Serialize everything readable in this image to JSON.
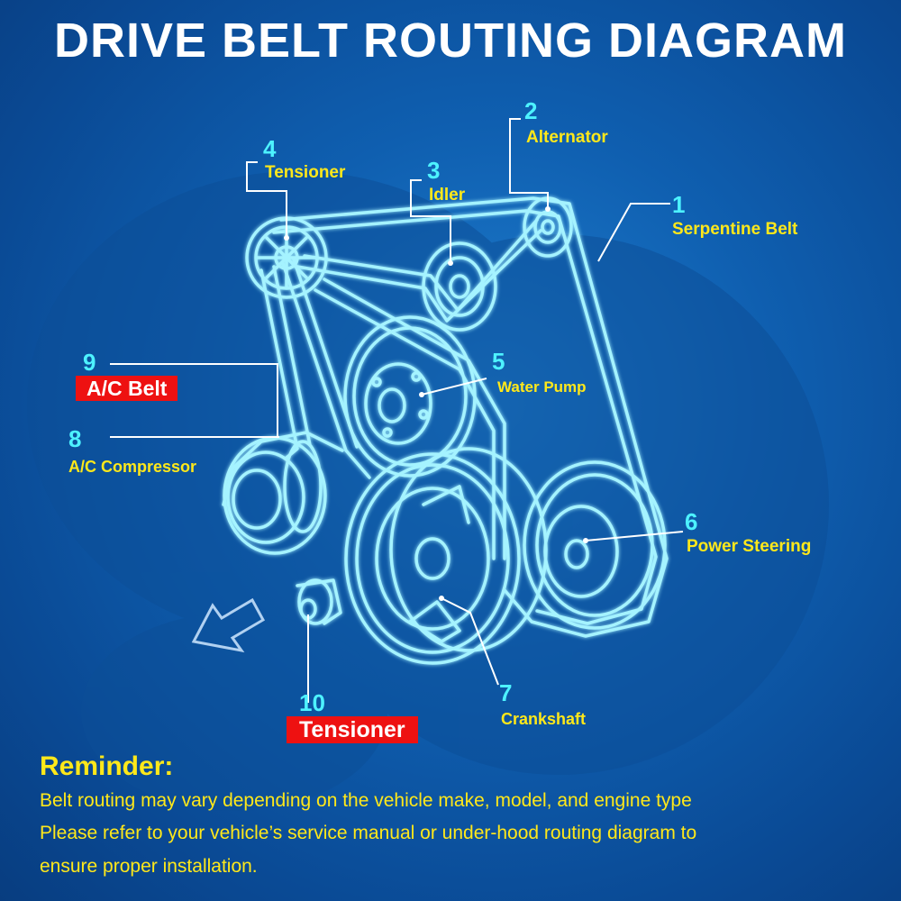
{
  "title": "DRIVE BELT ROUTING DIAGRAM",
  "components": [
    {
      "number": "1",
      "label": "Serpentine Belt"
    },
    {
      "number": "2",
      "label": "Alternator"
    },
    {
      "number": "3",
      "label": "Idler"
    },
    {
      "number": "4",
      "label": "Tensioner"
    },
    {
      "number": "5",
      "label": "Water Pump"
    },
    {
      "number": "6",
      "label": "Power Steering"
    },
    {
      "number": "7",
      "label": "Crankshaft"
    },
    {
      "number": "8",
      "label": "A/C Compressor"
    },
    {
      "number": "9",
      "label": "A/C Belt"
    },
    {
      "number": "10",
      "label": "Tensioner"
    }
  ],
  "reminder": {
    "heading": "Reminder:",
    "lines": [
      "Belt routing may vary depending on the vehicle make, model, and engine type",
      "Please refer to your vehicle’s service manual or under-hood routing diagram to",
      "ensure proper installation."
    ]
  },
  "colors": {
    "number": "#4df2ff",
    "label": "#ffe81a",
    "highlight_box": "#ee1111",
    "line_art": "#9ff4ff"
  }
}
